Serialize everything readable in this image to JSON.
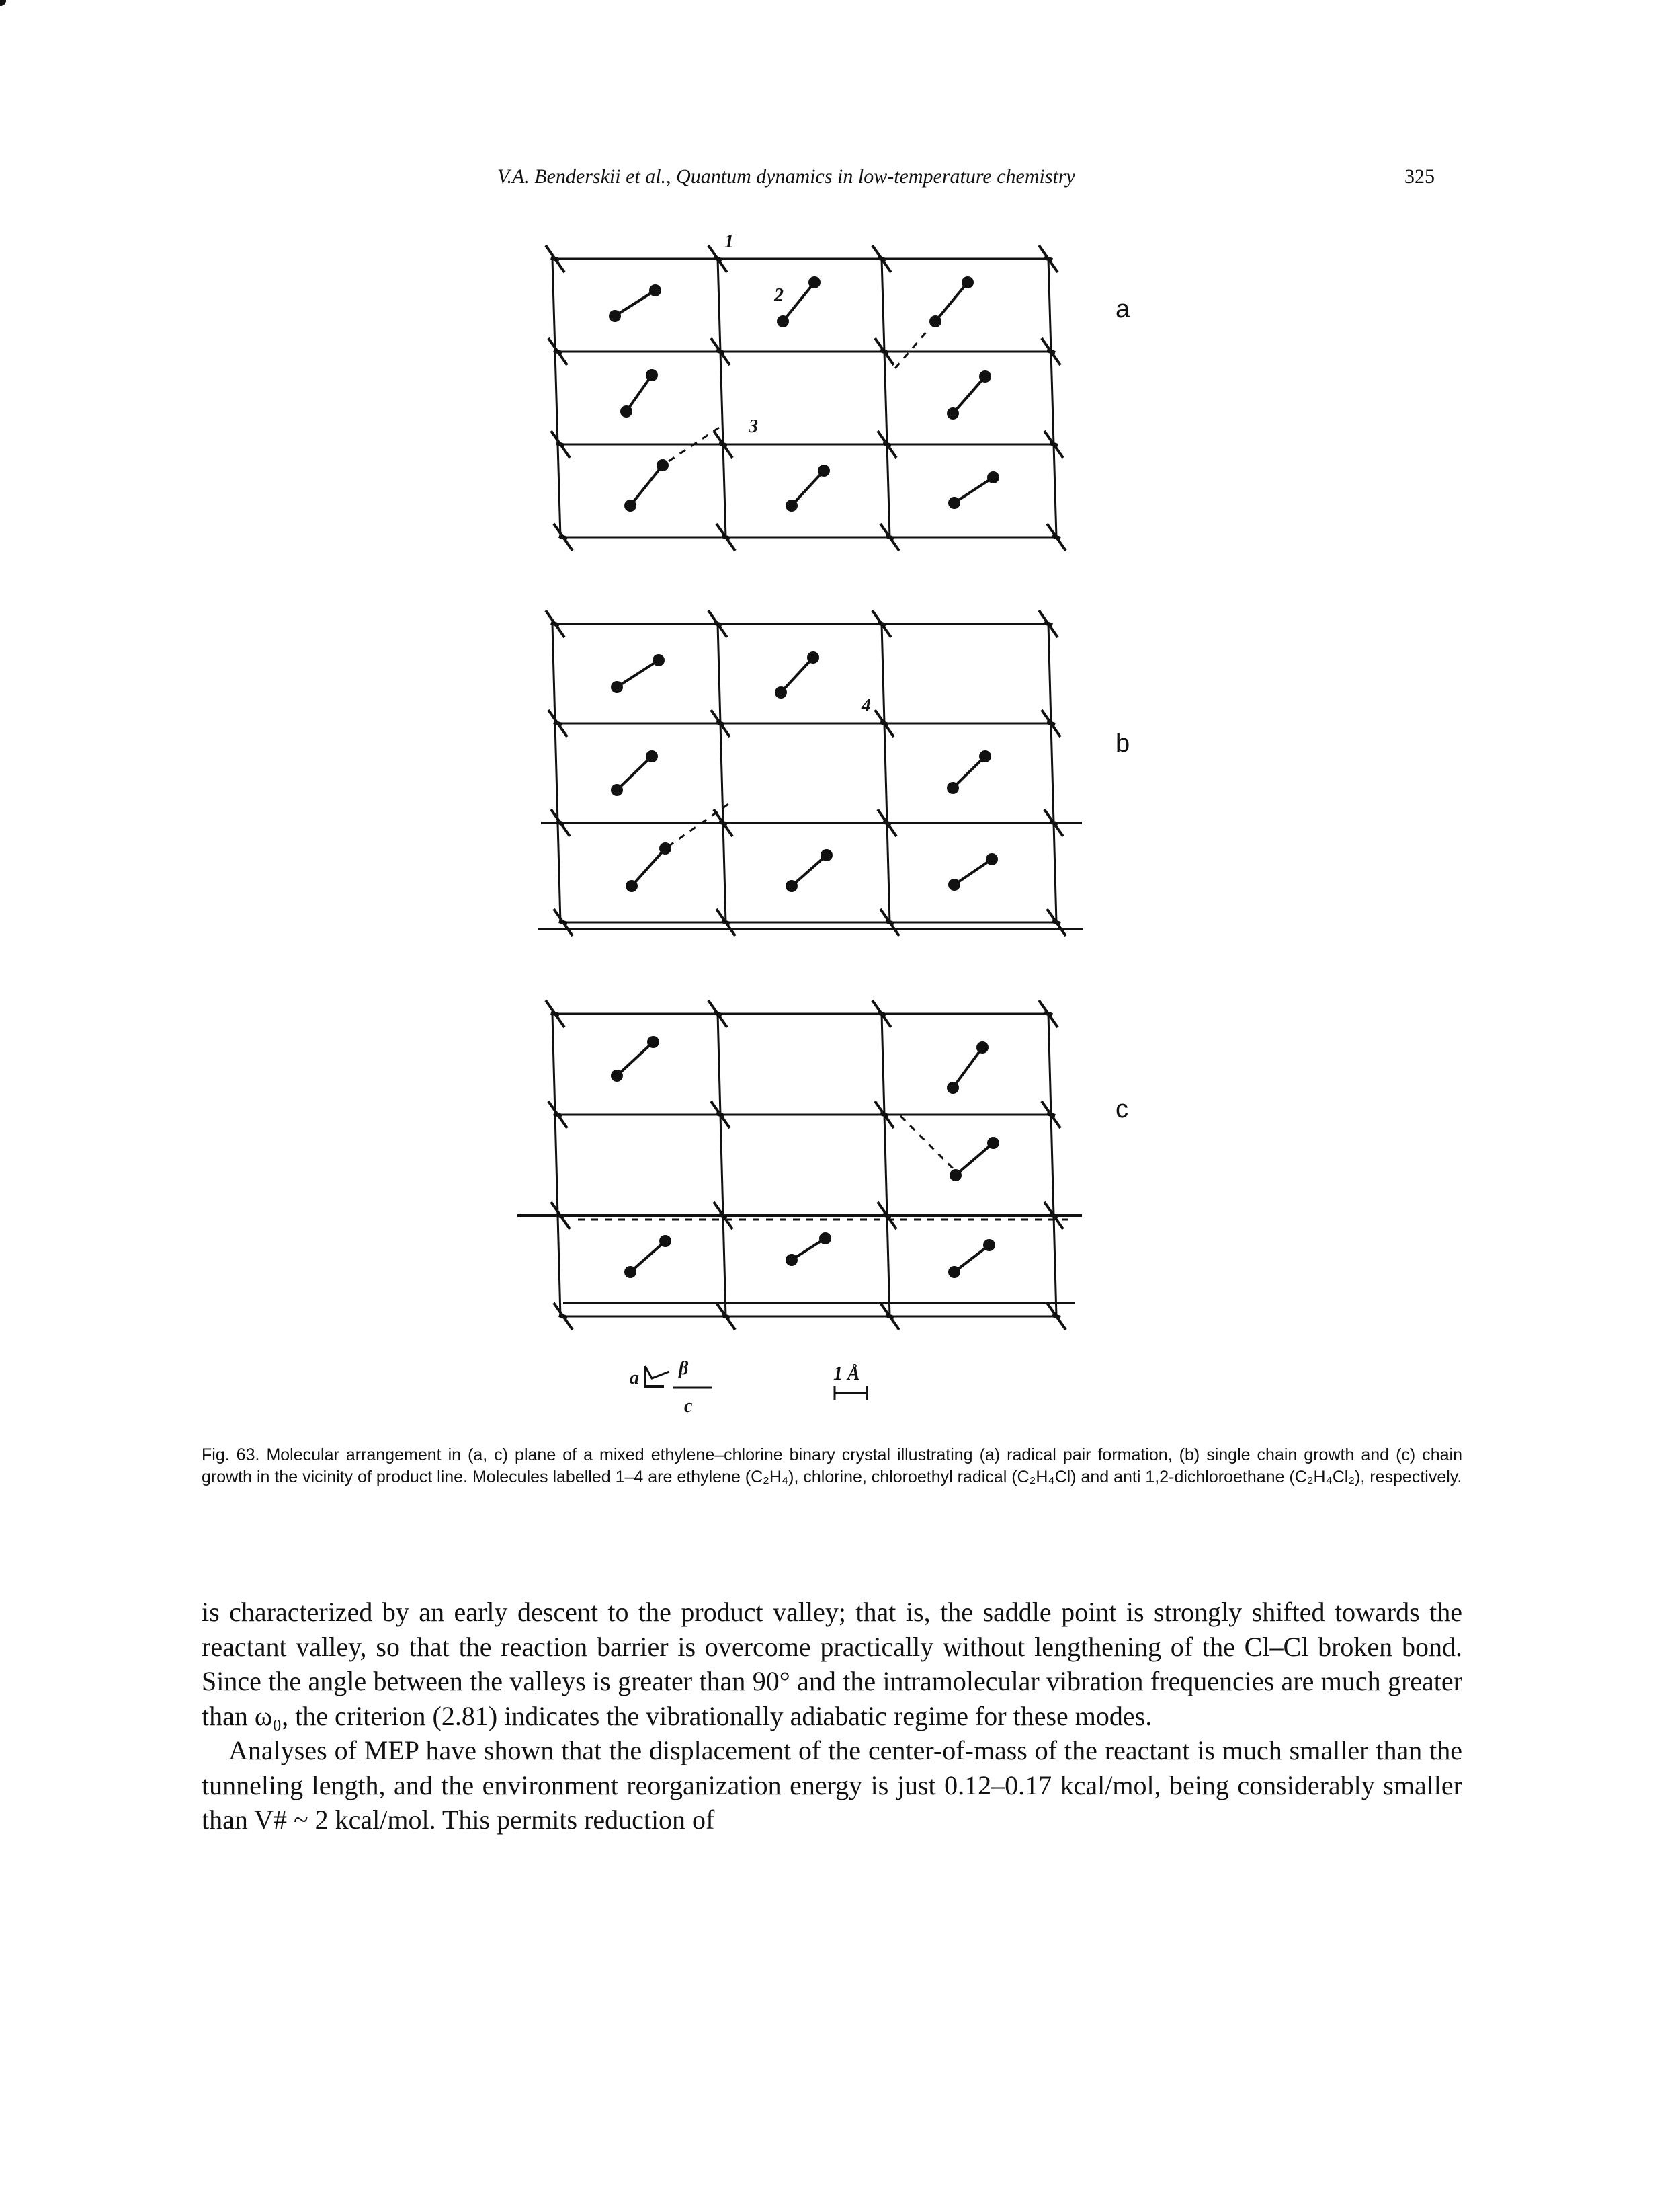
{
  "header": {
    "authors": "V.A. Benderskii et al.,",
    "journal": "Quantum dynamics in low-temperature chemistry",
    "page_number": "325"
  },
  "figure": {
    "panel_labels": [
      "a",
      "b",
      "c"
    ],
    "molecule_labels": [
      "1",
      "2",
      "3",
      "4"
    ],
    "axes_legend": {
      "vertical": "a",
      "horizontal": "c"
    },
    "scale_bar": "1 Å"
  },
  "caption": "Fig. 63. Molecular arrangement in (a, c) plane of a mixed ethylene–chlorine binary crystal illustrating (a) radical pair formation, (b) single chain growth and (c) chain growth in the vicinity of product line. Molecules labelled 1–4 are ethylene (C₂H₄), chlorine, chloroethyl radical (C₂H₄Cl) and anti 1,2-dichloroethane (C₂H₄Cl₂), respectively.",
  "body": {
    "paragraph1": "is characterized by an early descent to the product valley; that is, the saddle point is strongly shifted towards the reactant valley, so that the reaction barrier is overcome practically without lengthening of the Cl–Cl broken bond. Since the angle between the valleys is greater than 90° and the intramolecular vibration frequencies are much greater than ω₀, the criterion (2.81) indicates the vibrationally adiabatic regime for these modes.",
    "paragraph2": "Analyses of MEP have shown that the displacement of the center-of-mass of the reactant is much smaller than the tunneling length, and the environment reorganization energy is just 0.12–0.17 kcal/mol, being considerably smaller than V# ~ 2 kcal/mol. This permits reduction of"
  }
}
